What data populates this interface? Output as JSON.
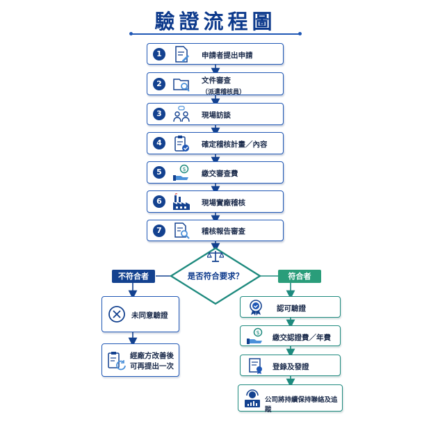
{
  "title": "驗證流程圖",
  "steps": [
    {
      "num": "1",
      "label": "申請者提出申請",
      "sub": "",
      "icon": "document-pen-icon"
    },
    {
      "num": "2",
      "label": "文件審查",
      "sub": "（派遣稽核員）",
      "icon": "folder-search-icon"
    },
    {
      "num": "3",
      "label": "現場訪談",
      "sub": "",
      "icon": "interview-people-icon"
    },
    {
      "num": "4",
      "label": "確定稽核計畫／內容",
      "sub": "",
      "icon": "clipboard-check-icon"
    },
    {
      "num": "5",
      "label": "繳交審查費",
      "sub": "",
      "icon": "hand-coin-icon"
    },
    {
      "num": "6",
      "label": "現場實廠稽核",
      "sub": "",
      "icon": "factory-icon"
    },
    {
      "num": "7",
      "label": "稽核報告審查",
      "sub": "",
      "icon": "report-search-icon"
    }
  ],
  "decision": "是否符合要求？",
  "no_label": "不符合者",
  "yes_label": "符合者",
  "no_branch": [
    {
      "label": "未同意驗證",
      "icon": "x-circle-icon"
    },
    {
      "label": "經廠方改善後\n可再提出一次",
      "icon": "clipboard-refresh-icon"
    }
  ],
  "yes_branch": [
    {
      "label": "認可驗證",
      "icon": "badge-check-icon"
    },
    {
      "label": "繳交認證費／年費",
      "icon": "hand-coin-icon"
    },
    {
      "label": "登錄及發證",
      "icon": "certificate-icon"
    },
    {
      "label": "公司將持續保持聯絡及追蹤",
      "icon": "headset-chart-icon"
    }
  ],
  "colors": {
    "navy": "#13418f",
    "blue": "#1f57b5",
    "teal": "#1e8a7e",
    "green": "#2a9d7a"
  }
}
